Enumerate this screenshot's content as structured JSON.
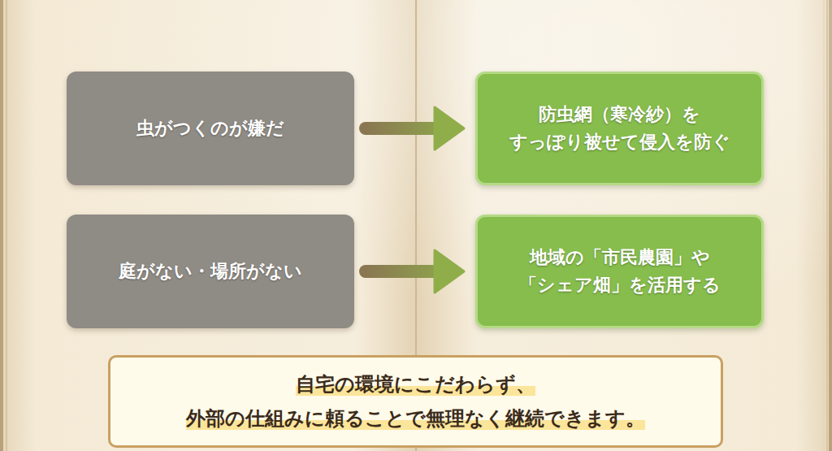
{
  "diagram": {
    "nodes": [
      {
        "text": [
          "虫がつくのが嫌だ"
        ]
      },
      {
        "text": [
          "防虫網（寒冷紗）を すっぽり被せて侵入を防ぐ"
        ]
      },
      {
        "text": [
          "庭がない・場所がない"
        ]
      },
      {
        "text": [
          "地域の「市民農園」や 「シェア畑」を活用する"
        ]
      },
      {
        "text": [
          "自宅の環境にこだわらず、 外部の仕組みに頼ることで無理なく継続できます。"
        ]
      }
    ],
    "edges": [
      {
        "from": 0,
        "to": 1,
        "arrow": "to"
      },
      {
        "from": 2,
        "to": 3,
        "arrow": "to"
      }
    ]
  }
}
